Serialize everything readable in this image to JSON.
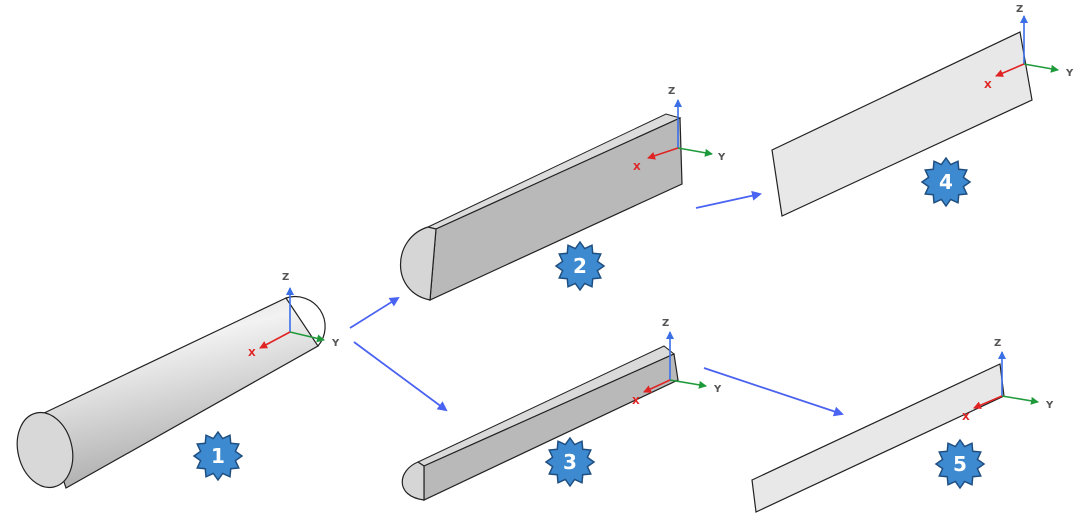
{
  "colors": {
    "background": "#ffffff",
    "edge": "#222222",
    "solid_side": "#b9b9b9",
    "solid_cap": "#d6d6d6",
    "cylinder_light": "#eeeeee",
    "cylinder_dark": "#b3b3b3",
    "sheet_fill": "#e8e8e8",
    "flow_arrow": "#4a63f2",
    "badge_fill": "#3e8ad0",
    "badge_shadow": "#1f4f80",
    "axis_x": "#e02424",
    "axis_y": "#1f9a3a",
    "axis_z": "#3a6fe6",
    "axis_label": "#555555"
  },
  "axis_labels": {
    "x": "X",
    "y": "Y",
    "z": "Z"
  },
  "steps": [
    {
      "label": "1",
      "shape": "full-cylinder"
    },
    {
      "label": "2",
      "shape": "half-cylinder"
    },
    {
      "label": "3",
      "shape": "quarter-cylinder"
    },
    {
      "label": "4",
      "shape": "rectangular-sheet"
    },
    {
      "label": "5",
      "shape": "narrow-sheet"
    }
  ],
  "flows": [
    {
      "from": "1",
      "to": "2"
    },
    {
      "from": "1",
      "to": "3"
    },
    {
      "from": "2",
      "to": "4"
    },
    {
      "from": "3",
      "to": "5"
    }
  ]
}
